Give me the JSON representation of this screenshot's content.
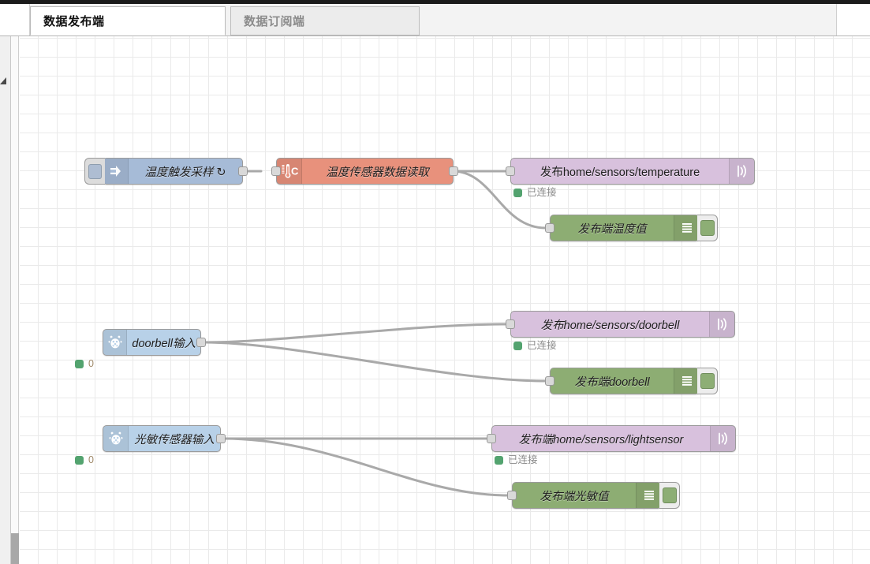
{
  "window": {
    "play_icon": "play-triangle-icon"
  },
  "tabs": [
    {
      "label": "数据发布端",
      "active": true
    },
    {
      "label": "数据订阅端",
      "active": false
    }
  ],
  "canvas": {
    "grid": "24px",
    "colors": {
      "inject": "#a6bbd7",
      "sensor": "#e8917c",
      "mqtt": "#d8c1dd",
      "debug": "#8dad73",
      "rpi": "#b8d1e8",
      "status_green": "#53a36f",
      "wire": "#a8a8a8"
    },
    "nodes": [
      {
        "id": "inject-temp",
        "type": "inject",
        "label": "温度触发采样 ↻",
        "icon": "inject-arrow-icon",
        "has_button": true,
        "status": null
      },
      {
        "id": "temp-sensor",
        "type": "sensor",
        "label": "温度传感器数据读取",
        "icon": "thermometer-celsius-icon",
        "status": null
      },
      {
        "id": "mqtt-temperature",
        "type": "mqtt-out",
        "label": "发布home/sensors/temperature",
        "icon": "mqtt-signal-icon",
        "status": {
          "text": "已连接",
          "kind": "connected"
        }
      },
      {
        "id": "debug-temperature",
        "type": "debug",
        "label": "发布端温度值",
        "icon": "debug-lines-icon",
        "status": null
      },
      {
        "id": "rpi-doorbell",
        "type": "rpi-in",
        "label": "doorbell输入",
        "icon": "raspberry-pi-icon",
        "status": {
          "text": "0",
          "kind": "value"
        }
      },
      {
        "id": "mqtt-doorbell",
        "type": "mqtt-out",
        "label": "发布home/sensors/doorbell",
        "icon": "mqtt-signal-icon",
        "status": {
          "text": "已连接",
          "kind": "connected"
        }
      },
      {
        "id": "debug-doorbell",
        "type": "debug",
        "label": "发布端doorbell",
        "icon": "debug-lines-icon",
        "status": null
      },
      {
        "id": "rpi-lightsensor",
        "type": "rpi-in",
        "label": "光敏传感器输入",
        "icon": "raspberry-pi-icon",
        "status": {
          "text": "0",
          "kind": "value"
        }
      },
      {
        "id": "mqtt-lightsensor",
        "type": "mqtt-out",
        "label": "发布端home/sensors/lightsensor",
        "icon": "mqtt-signal-icon",
        "status": {
          "text": "已连接",
          "kind": "connected"
        }
      },
      {
        "id": "debug-lightsensor",
        "type": "debug",
        "label": "发布端光敏值",
        "icon": "debug-lines-icon",
        "status": null
      }
    ]
  }
}
